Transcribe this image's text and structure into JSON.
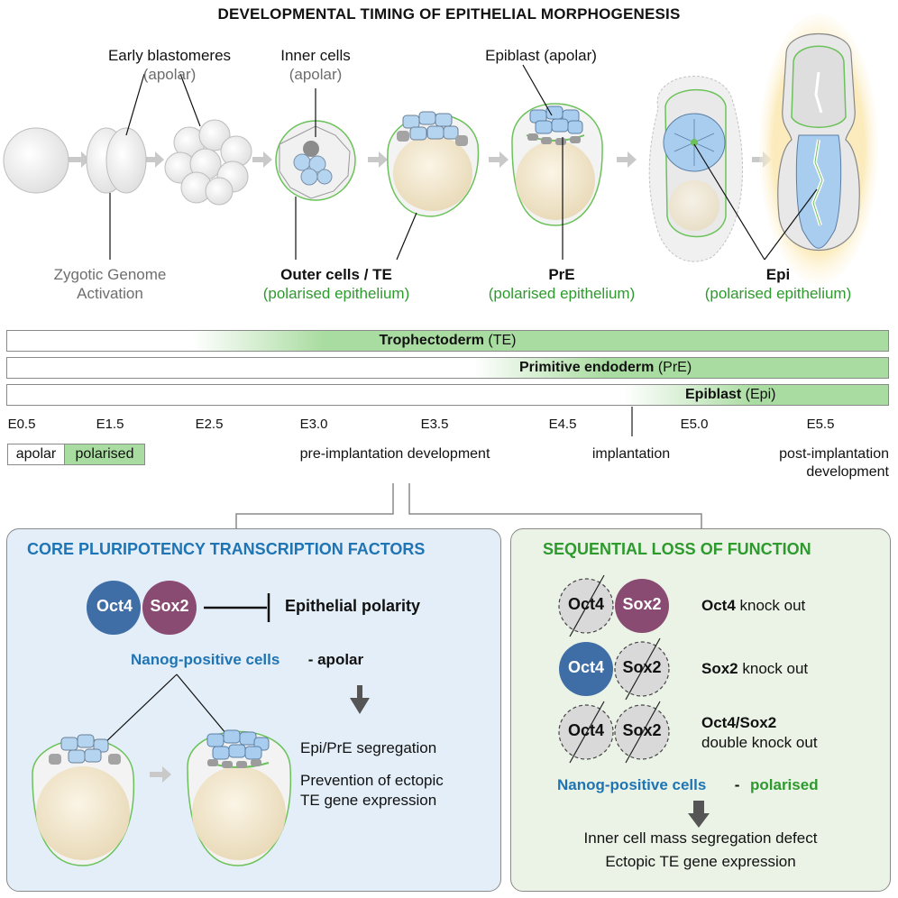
{
  "title": "DEVELOPMENTAL TIMING OF EPITHELIAL MORPHOGENESIS",
  "top_labels": {
    "early_blastomeres": "Early blastomeres",
    "early_blastomeres_sub": "(apolar)",
    "inner_cells": "Inner cells",
    "inner_cells_sub": "(apolar)",
    "epiblast": "Epiblast (apolar)",
    "zga_line1": "Zygotic Genome",
    "zga_line2": "Activation",
    "outer_cells": "Outer cells / TE",
    "outer_cells_sub": "(polarised epithelium)",
    "pre": "PrE",
    "pre_sub": "(polarised epithelium)",
    "epi": "Epi",
    "epi_sub": "(polarised epithelium)"
  },
  "bars": [
    {
      "bold": "Trophectoderm",
      "rest": " (TE)",
      "gradient_start_pct": 21
    },
    {
      "bold": "Primitive endoderm",
      "rest": " (PrE)",
      "gradient_start_pct": 53
    },
    {
      "bold": "Epiblast",
      "rest": " (Epi)",
      "gradient_start_pct": 70
    }
  ],
  "timeline": [
    "E0.5",
    "E1.5",
    "E2.5",
    "E3.0",
    "E3.5",
    "E4.5",
    "E5.0",
    "E5.5"
  ],
  "legend": {
    "apolar": "apolar",
    "polarised": "polarised"
  },
  "stages": {
    "pre_implantation": "pre-implantation development",
    "implantation": "implantation",
    "post_line1": "post-implantation",
    "post_line2": "development"
  },
  "left_panel": {
    "title": "CORE PLURIPOTENCY TRANSCRIPTION FACTORS",
    "oct4": "Oct4",
    "sox2": "Sox2",
    "inhibits": "Epithelial polarity",
    "nanog": "Nanog-positive cells",
    "nanog_state": " - apolar",
    "outcome1": "Epi/PrE segregation",
    "outcome2_line1": "Prevention of ectopic",
    "outcome2_line2": "TE gene expression"
  },
  "right_panel": {
    "title": "SEQUENTIAL LOSS OF FUNCTION",
    "oct4": "Oct4",
    "sox2": "Sox2",
    "ko1_bold": "Oct4",
    "ko1_rest": " knock out",
    "ko2_bold": "Sox2",
    "ko2_rest": " knock out",
    "ko3_bold": "Oct4/Sox2",
    "ko3_rest": "double knock out",
    "nanog": "Nanog-positive cells",
    "nanog_dash": " - ",
    "nanog_state": "polarised",
    "outcome1": "Inner cell mass segregation defect",
    "outcome2": "Ectopic TE gene expression"
  },
  "colors": {
    "green_text": "#2e9a2e",
    "blue_text": "#1f74b4",
    "oct4": "#3f6ea6",
    "sox2": "#8a4b73",
    "bar_green": "#a9dca0",
    "panel_left": "#e3eef8",
    "panel_right": "#eaf3e6"
  }
}
